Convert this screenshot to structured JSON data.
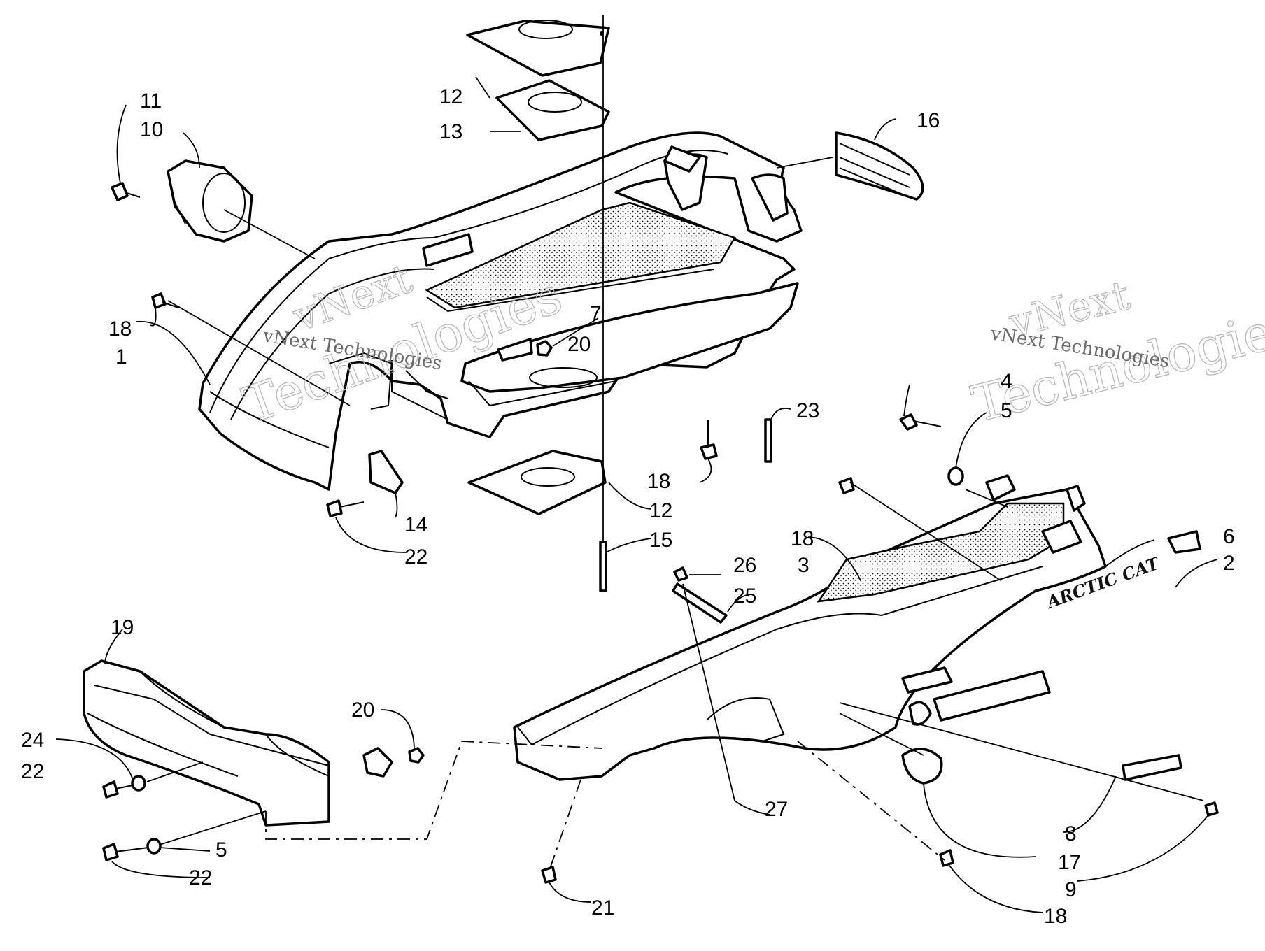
{
  "callouts": {
    "c11": "11",
    "c10": "10",
    "c12a": "12",
    "c13": "13",
    "c16": "16",
    "c18a": "18",
    "c1": "1",
    "c7": "7",
    "c20a": "20",
    "c23": "23",
    "c4": "4",
    "c5a": "5",
    "c18b": "18",
    "c14": "14",
    "c22a": "22",
    "c12b": "12",
    "c15": "15",
    "c18c": "18",
    "c26": "26",
    "c25": "25",
    "c3": "3",
    "c6": "6",
    "c2": "2",
    "c19": "19",
    "c20b": "20",
    "c24": "24",
    "c22b": "22",
    "c5b": "5",
    "c22c": "22",
    "c27": "27",
    "c8": "8",
    "c17": "17",
    "c9": "9",
    "c21": "21",
    "c18d": "18"
  },
  "watermarks": {
    "left_top": "vNext",
    "left_main": "vNext Technologies",
    "left_big": "Technologies",
    "right_top": "vNext",
    "right_main": "vNext Technologies",
    "right_big": "Technologies"
  },
  "decal": {
    "brand": "ARCTIC CAT"
  },
  "colors": {
    "ink": "#000000",
    "paper": "#ffffff",
    "watermark": "#b5b5b5"
  }
}
